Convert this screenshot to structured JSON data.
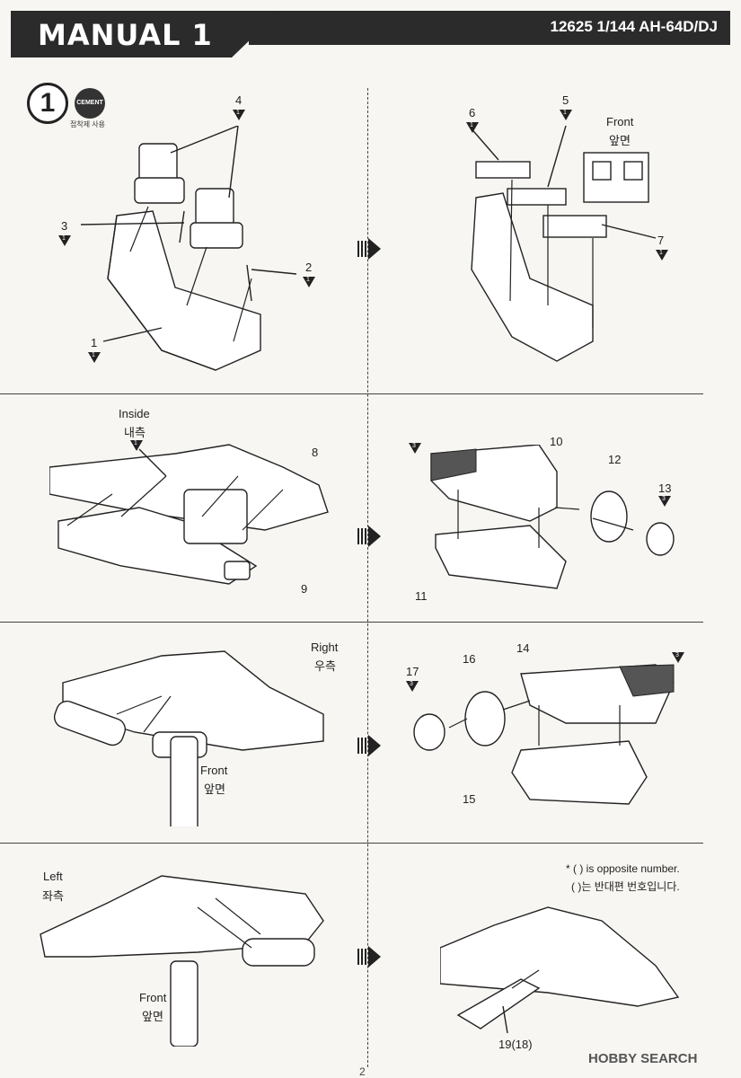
{
  "header": {
    "title": "MANUAL",
    "title_number": "1",
    "model": "12625 1/144 AH-64D/DJ"
  },
  "step": {
    "number": "1",
    "cement_badge": "CEMENT",
    "cement_note": "접착제 사용"
  },
  "panel1_left": {
    "parts": [
      "4",
      "3",
      "2",
      "1"
    ],
    "badges": [
      "1",
      "1",
      "1",
      "1"
    ]
  },
  "panel1_right": {
    "parts": [
      "6",
      "5",
      "7"
    ],
    "badges": [
      "1",
      "1",
      "1"
    ],
    "front_en": "Front",
    "front_ko": "앞면"
  },
  "panel2_left": {
    "inside_en": "Inside",
    "inside_ko": "내측",
    "badge": "1",
    "parts": [
      "8",
      "9"
    ]
  },
  "panel2_right": {
    "parts": [
      "10",
      "12",
      "13",
      "11"
    ],
    "badges": [
      "3",
      "3"
    ]
  },
  "panel3_left": {
    "right_en": "Right",
    "right_ko": "우측",
    "front_en": "Front",
    "front_ko": "앞면"
  },
  "panel3_right": {
    "parts": [
      "17",
      "16",
      "14",
      "15"
    ],
    "badges": [
      "3",
      "3"
    ]
  },
  "panel4_left": {
    "left_en": "Left",
    "left_ko": "좌측",
    "front_en": "Front",
    "front_ko": "앞면"
  },
  "panel4_right": {
    "note_en": "* (   ) is opposite number.",
    "note_ko": "(   )는 반대편 번호입니다.",
    "part": "19(18)"
  },
  "footer": {
    "page": "2",
    "watermark": "HOBBY SEARCH"
  }
}
